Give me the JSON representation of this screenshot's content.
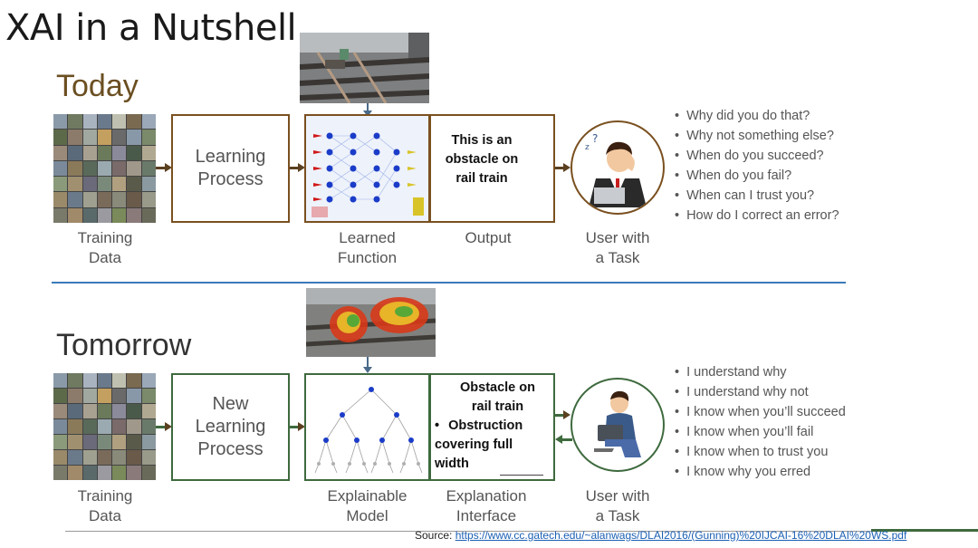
{
  "title": "XAI in a Nutshell",
  "today": {
    "heading": "Today",
    "training_data": [
      "Training",
      "Data"
    ],
    "learning_process": [
      "Learning",
      "Process"
    ],
    "learned_function": [
      "Learned",
      "Function"
    ],
    "output_text": [
      "This is an",
      "obstacle on",
      "rail train"
    ],
    "output_caption": "Output",
    "user": [
      "User with",
      "a Task"
    ],
    "questions": [
      "Why did you do that?",
      "Why not something else?",
      "When do you succeed?",
      "When do you fail?",
      "When can I trust you?",
      "How do I correct an error?"
    ]
  },
  "tomorrow": {
    "heading": "Tomorrow",
    "training_data": [
      "Training",
      "Data"
    ],
    "learning_process": [
      "New",
      "Learning",
      "Process"
    ],
    "model": [
      "Explainable",
      "Model"
    ],
    "interface_text": [
      "Obstacle on",
      "rail train",
      "Obstruction",
      "covering full",
      "width"
    ],
    "interface_caption": [
      "Explanation",
      "Interface"
    ],
    "user": [
      "User with",
      "a Task"
    ],
    "statements": [
      "I understand why",
      "I understand why not",
      "I know when you’ll succeed",
      "I know when you’ll fail",
      "I know when to trust you",
      "I know why you erred"
    ]
  },
  "source": {
    "label": "Source:",
    "url": "https://www.cc.gatech.edu/~alanwags/DLAI2016/(Gunning)%20IJCAI-16%20DLAI%20WS.pdf"
  }
}
